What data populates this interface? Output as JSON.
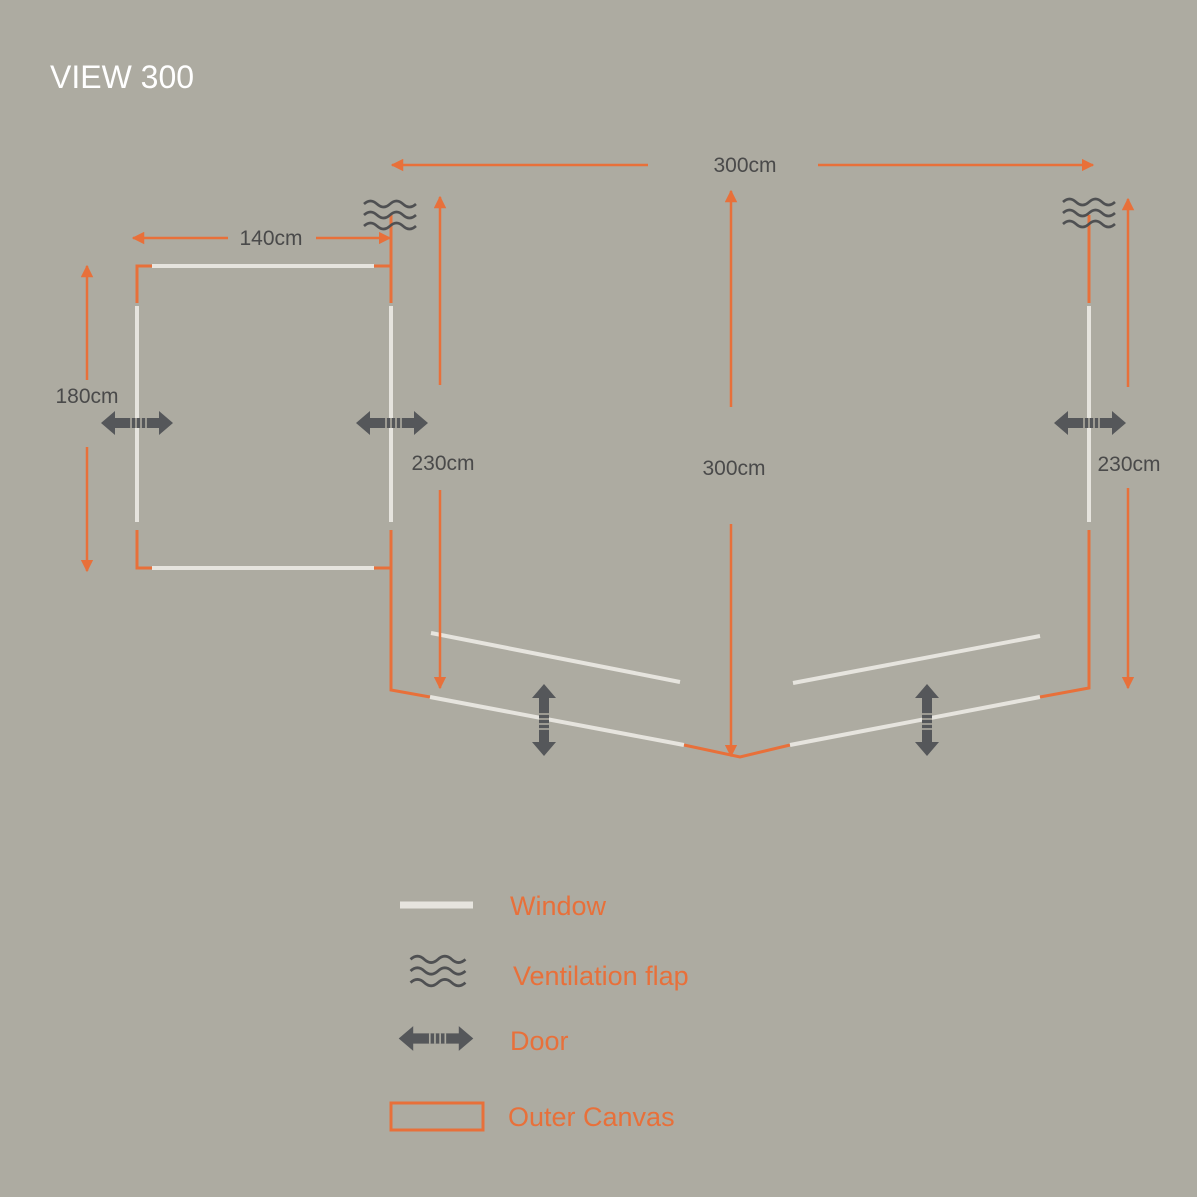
{
  "title": "VIEW 300",
  "dimensions": {
    "annex_width": "140cm",
    "annex_depth": "180cm",
    "main_width": "300cm",
    "main_depth_center": "300cm",
    "left_side_depth": "230cm",
    "right_side_depth": "230cm"
  },
  "legend": {
    "window": "Window",
    "ventilation": "Ventilation flap",
    "door": "Door",
    "outer_canvas": "Outer Canvas"
  },
  "colors": {
    "background": "#adaba1",
    "canvas": "#e8703a",
    "window": "#e6e4de",
    "icon": "#55575a"
  }
}
